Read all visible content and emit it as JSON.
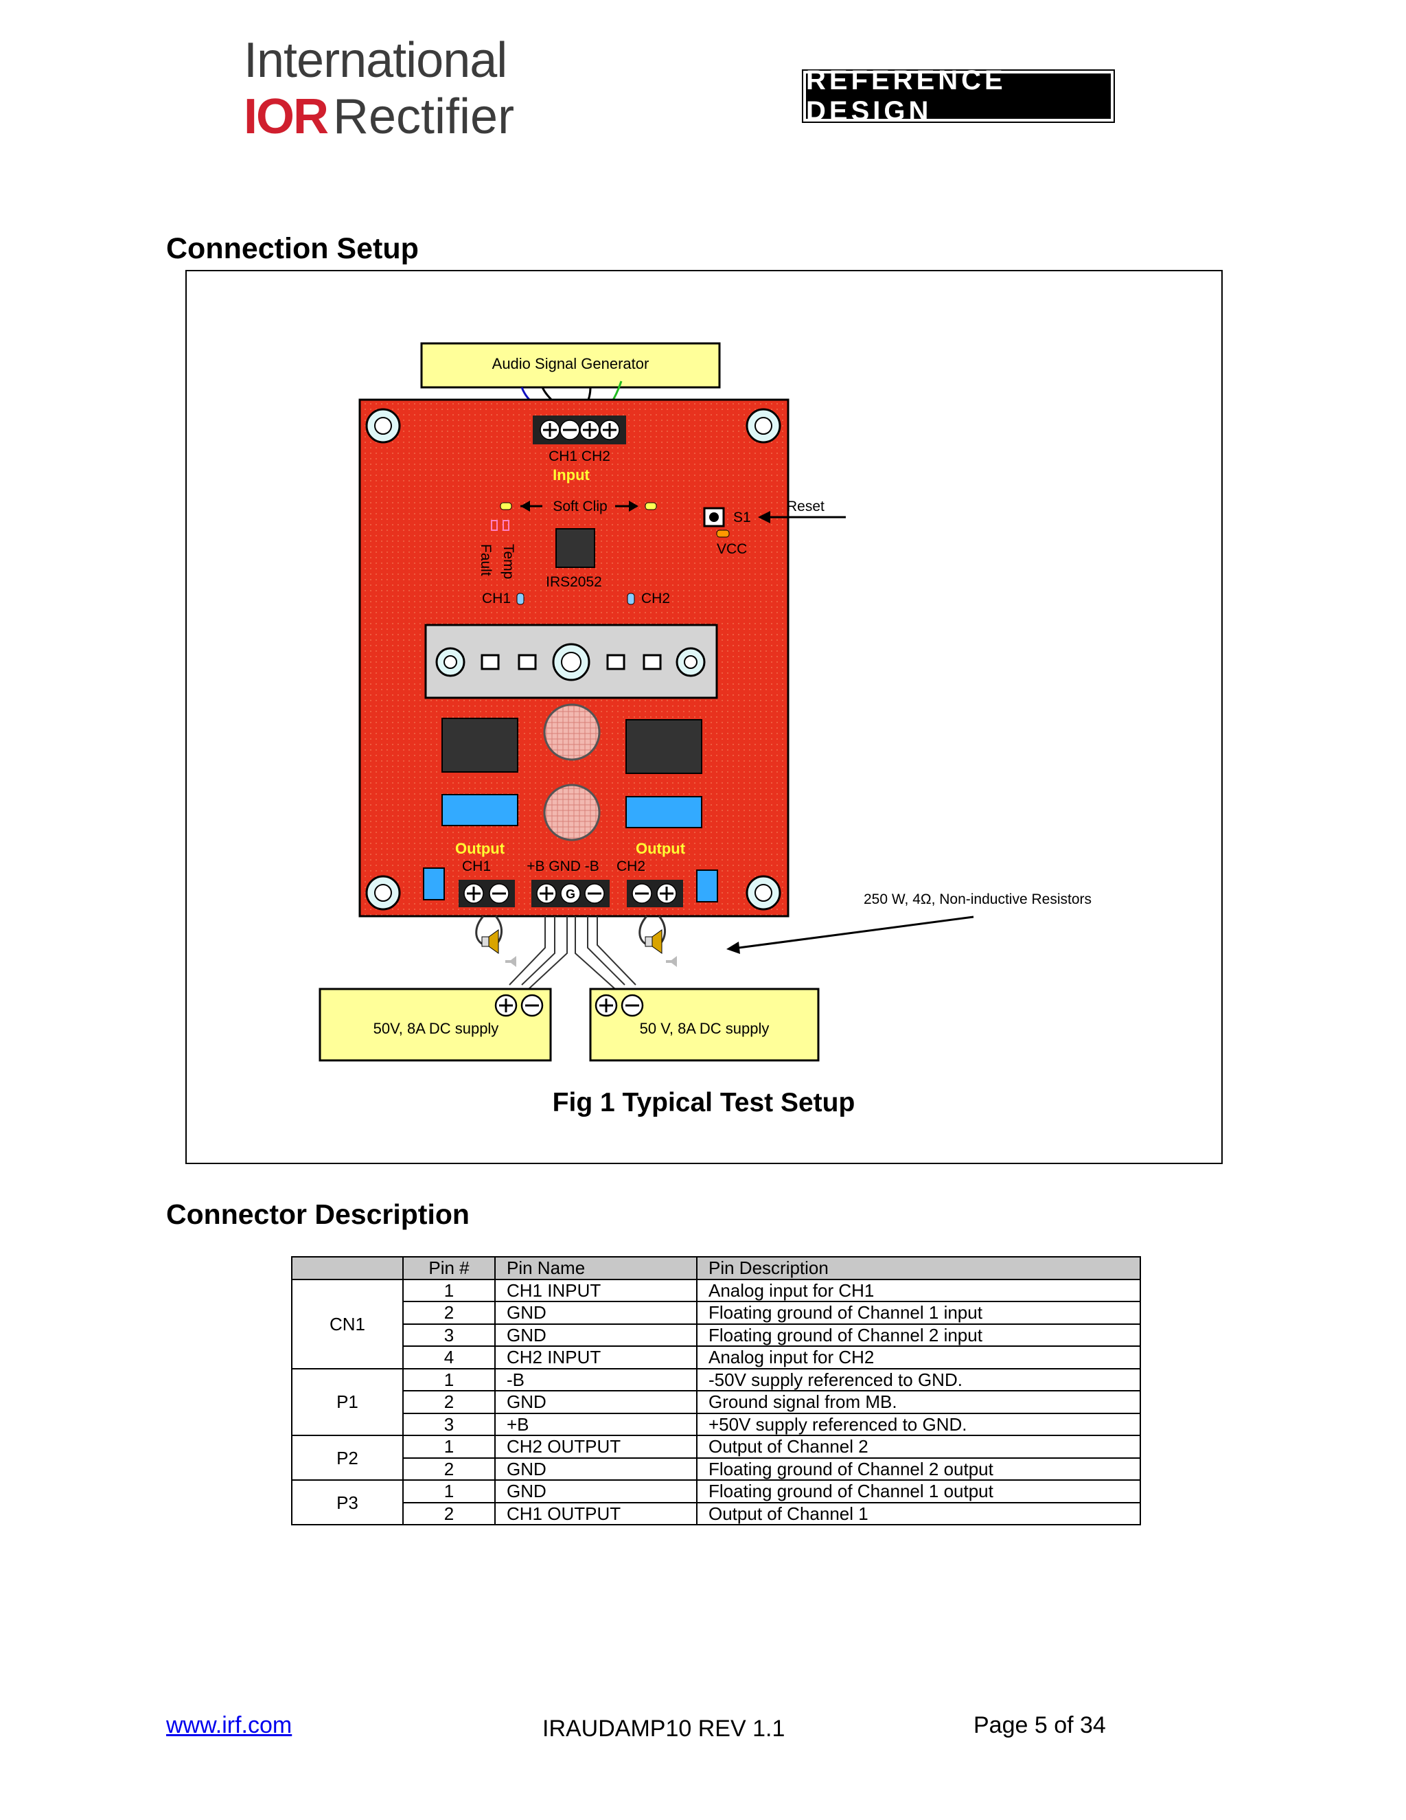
{
  "header": {
    "logo_line1": "International",
    "logo_ior": "IOR",
    "logo_line2": "Rectifier",
    "badge": "REFERENCE DESIGN"
  },
  "sections": {
    "connection_setup": "Connection Setup",
    "connector_description": "Connector Description"
  },
  "figure": {
    "caption": "Fig 1 Typical Test Setup",
    "generator_label": "Audio Signal Generator",
    "input_channel_labels": "CH1  CH2",
    "input_label": "Input",
    "soft_clip_label": "Soft Clip",
    "s1_label": "S1",
    "reset_label": "Reset",
    "vcc_label": "VCC",
    "temp_label": "Temp",
    "fault_label": "Fault",
    "ic_label": "IRS2052",
    "ch1_label": "CH1",
    "ch2_label": "CH2",
    "output_label_left": "Output",
    "output_label_right": "Output",
    "out_ch1_label": "CH1",
    "power_label": "+B GND -B",
    "out_ch2_label": "CH2",
    "gnd_symbol": "G",
    "resistor_note": "250 W, 4Ω, Non-inductive Resistors",
    "supply_left": "50V, 8A DC supply",
    "supply_right": "50 V, 8A DC supply"
  },
  "table": {
    "headers": [
      "",
      "Pin #",
      "Pin Name",
      "Pin Description"
    ],
    "groups": [
      {
        "name": "CN1",
        "rows": [
          {
            "pin": "1",
            "name": "CH1 INPUT",
            "desc": "Analog input for CH1"
          },
          {
            "pin": "2",
            "name": "GND",
            "desc": "Floating ground of Channel 1 input"
          },
          {
            "pin": "3",
            "name": "GND",
            "desc": "Floating ground of Channel 2 input"
          },
          {
            "pin": "4",
            "name": "CH2 INPUT",
            "desc": "Analog input for CH2"
          }
        ]
      },
      {
        "name": "P1",
        "rows": [
          {
            "pin": "1",
            "name": "-B",
            "desc": "-50V supply referenced to GND."
          },
          {
            "pin": "2",
            "name": "GND",
            "desc": "Ground signal from MB."
          },
          {
            "pin": "3",
            "name": "+B",
            "desc": "+50V supply referenced to GND."
          }
        ]
      },
      {
        "name": "P2",
        "rows": [
          {
            "pin": "1",
            "name": "CH2 OUTPUT",
            "desc": "Output of Channel 2"
          },
          {
            "pin": "2",
            "name": "GND",
            "desc": "Floating ground of Channel 2 output"
          }
        ]
      },
      {
        "name": "P3",
        "rows": [
          {
            "pin": "1",
            "name": "GND",
            "desc": "Floating ground of Channel 1 output"
          },
          {
            "pin": "2",
            "name": "CH1 OUTPUT",
            "desc": "Output of Channel 1"
          }
        ]
      }
    ]
  },
  "footer": {
    "link": "www.irf.com",
    "doc_id": "IRAUDAMP10 REV 1.1",
    "page": "Page 5 of 34"
  }
}
